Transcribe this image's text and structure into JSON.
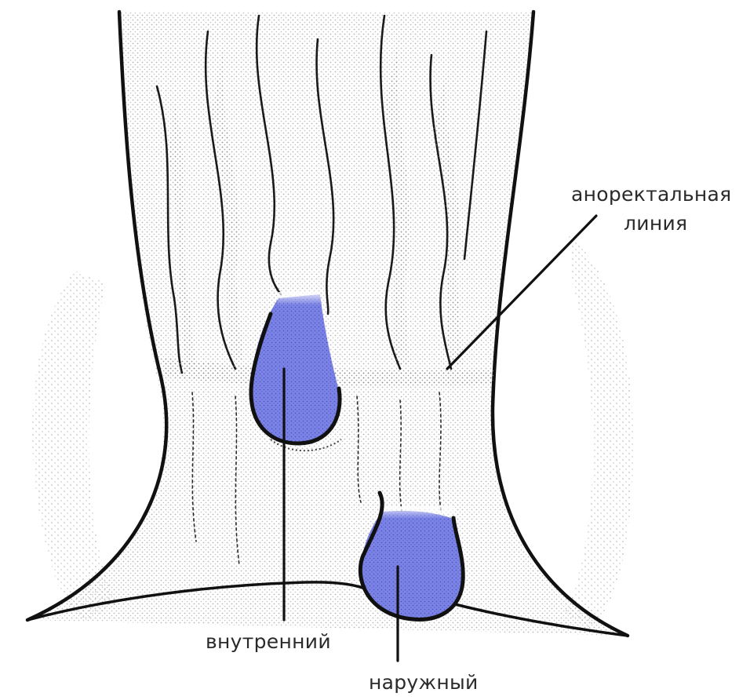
{
  "labels": {
    "anorectal_line_1": "аноректальная",
    "anorectal_line_2": "линия",
    "internal": "внутренний",
    "external": "наружный"
  },
  "colors": {
    "hemorrhoid_fill": "#7b83e6",
    "hemorrhoid_fill_light": "#a9aef2",
    "outline": "#111111",
    "stipple": "#8a8a8a",
    "text": "#2a2a2a"
  }
}
